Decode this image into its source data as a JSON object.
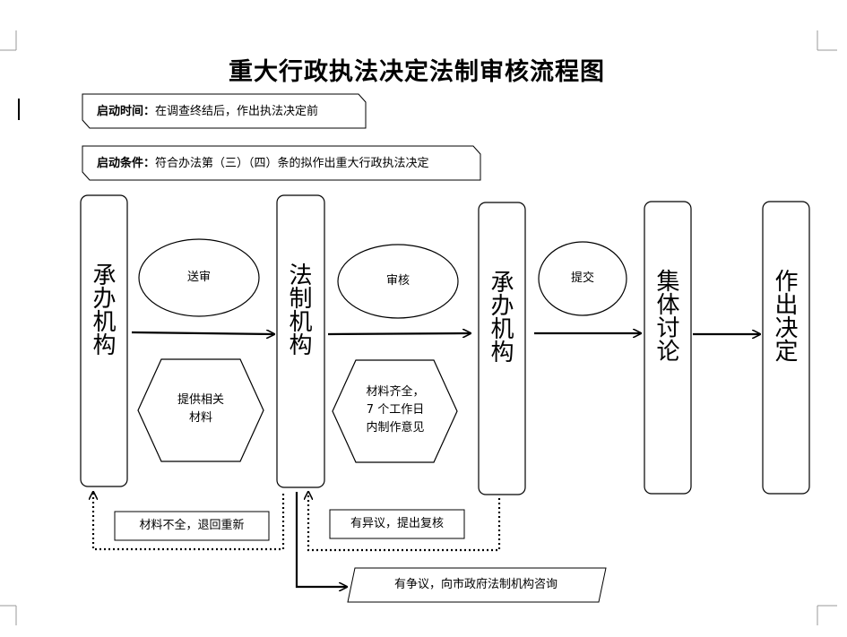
{
  "title": "重大行政执法决定法制审核流程图",
  "start_time": {
    "label": "启动时间：",
    "text": "在调查终结后，作出执法决定前"
  },
  "start_condition": {
    "label": "启动条件：",
    "text": "符合办法第（三）（四）条的拟作出重大行政执法决定"
  },
  "nodes": {
    "chengban1": "承办机构",
    "fazhi": "法制机构",
    "chengban2": "承办机构",
    "jiti": "集体讨论",
    "zuochu": "作出决定"
  },
  "ellipses": {
    "songshen": "送审",
    "shenhe": "审核",
    "tijiao": "提交"
  },
  "hexagons": {
    "hex1": [
      "提供相关",
      "材料"
    ],
    "hex2": [
      "材料齐全，",
      "7 个工作日",
      "内制作意见"
    ]
  },
  "feedback": {
    "return": "材料不全，退回重新",
    "objection": "有异议，提出复核",
    "dispute": "有争议，向市政府法制机构咨询"
  }
}
